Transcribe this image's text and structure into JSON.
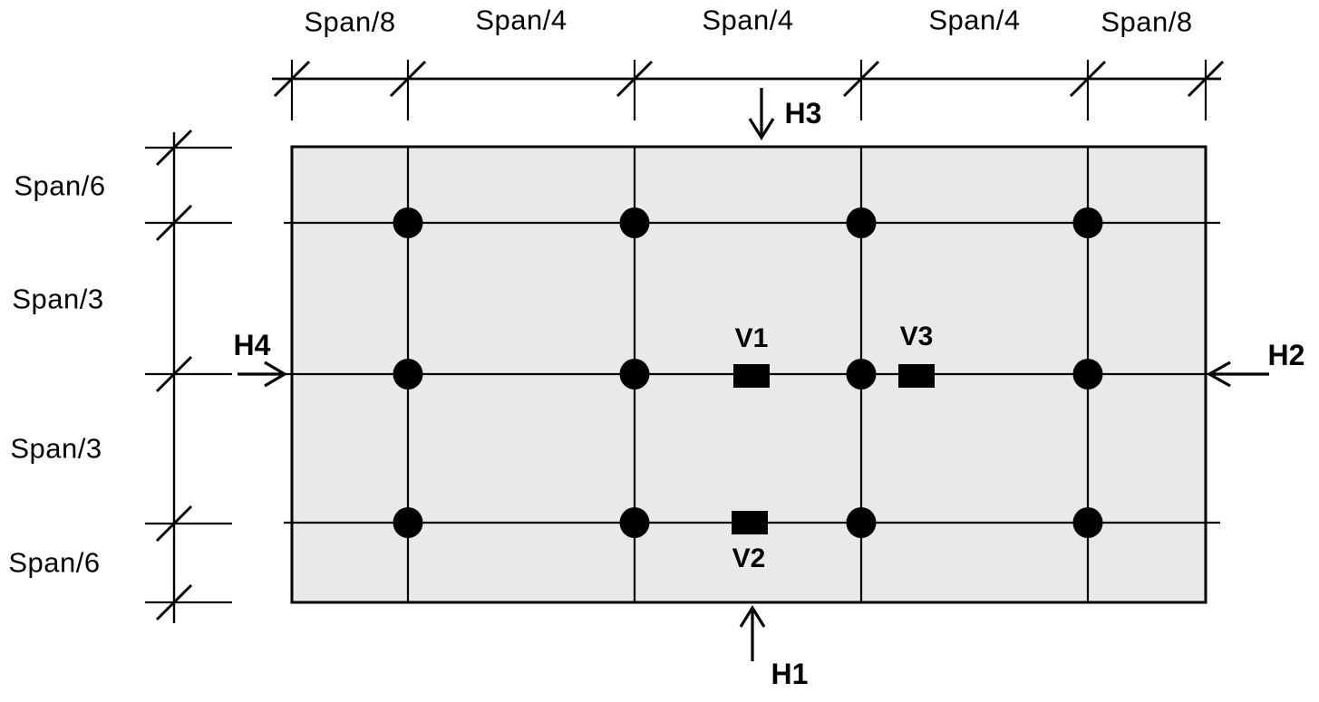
{
  "colors": {
    "background": "#ffffff",
    "plate_fill": "#e9e9e9",
    "ink": "#000000"
  },
  "top_dimension_labels": [
    "Span/8",
    "Span/4",
    "Span/4",
    "Span/4",
    "Span/8"
  ],
  "left_dimension_labels": [
    "Span/6",
    "Span/3",
    "Span/3",
    "Span/6"
  ],
  "arrows": {
    "h1": {
      "label": "H1",
      "direction": "up",
      "edge": "bottom"
    },
    "h2": {
      "label": "H2",
      "direction": "left",
      "edge": "right"
    },
    "h3": {
      "label": "H3",
      "direction": "down",
      "edge": "top"
    },
    "h4": {
      "label": "H4",
      "direction": "right",
      "edge": "left"
    }
  },
  "square_sensors": {
    "v1": {
      "label": "V1"
    },
    "v2": {
      "label": "V2"
    },
    "v3": {
      "label": "V3"
    }
  },
  "dot_markers": {
    "rows": 3,
    "columns": 4,
    "count": 12
  }
}
